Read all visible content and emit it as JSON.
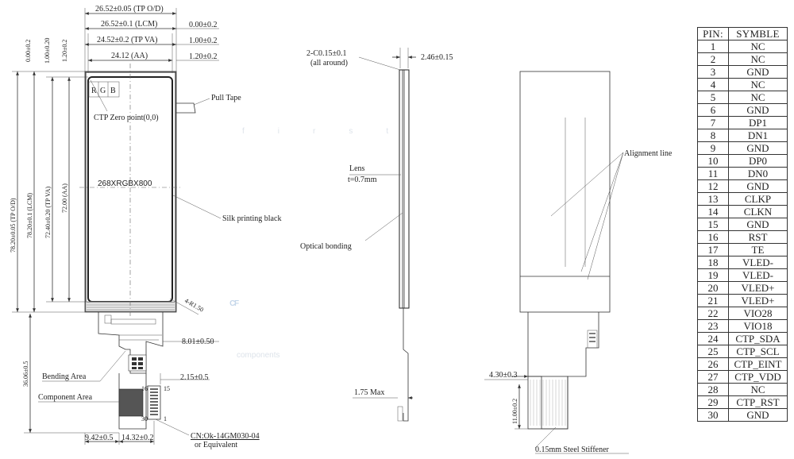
{
  "watermark": {
    "word_top": "first",
    "word_mid": "FC",
    "word_bottom": "components"
  },
  "front_view": {
    "dim_tp_od_w": "26.52±0.05 (TP O/D)",
    "dim_lcm_w": "26.52±0.1 (LCM)",
    "dim_tp_va_w": "24.52±0.2 (TP VA)",
    "dim_aa_w": "24.12 (AA)",
    "dim_right_1": "0.00±0.2",
    "dim_right_2": "1.00±0.2",
    "dim_right_3": "1.20±0.2",
    "dim_left_1": "0.00±0.2",
    "dim_left_2": "1.00±0.20",
    "dim_left_3": "1.20±0.2",
    "dim_tp_od_h": "78.20±0.05 (TP O/D)",
    "dim_lcm_h": "78.20±0.1 (LCM)",
    "dim_tp_va_h": "72.40±0.20 (TP VA)",
    "dim_aa_h": "72.00 (AA)",
    "dim_total_h": "36.06±0.5",
    "rgb_r": "R",
    "rgb_g": "G",
    "rgb_b": "B",
    "ctp_zero": "CTP Zero point(0,0)",
    "resolution": "268XRGBX800",
    "pull_tape": "Pull Tape",
    "silk_printing": "Silk printing black",
    "radius": "4-R1.50",
    "dim_fpc_1": "8.01±0.50",
    "dim_fpc_2": "2.15±0.5",
    "bending_area": "Bending Area",
    "component_area": "Component Area",
    "pin_15": "15",
    "pin_16": "16",
    "pin_30": "30",
    "pin_1": "1",
    "dim_bottom_1": "9.42±0.5",
    "dim_bottom_2": "14.32±0.2",
    "connector": "CN:Ok-14GM030-04",
    "connector_alt": "or Equivalent"
  },
  "side_view": {
    "chamfer": "2-C0.15±0.1",
    "chamfer_note": "(all around)",
    "dim_thickness": "2.46±0.15",
    "lens": "Lens",
    "lens_t": "t=0.7mm",
    "optical_bonding": "Optical bonding",
    "dim_max": "1.75 Max"
  },
  "back_view": {
    "alignment_line": "Alignment line",
    "dim_w": "4.30±0.3",
    "dim_h": "11.00±0.2",
    "stiffener": "0.15mm Steel Stiffener"
  },
  "pin_table": {
    "header_pin": "PIN:",
    "header_symbol": "SYMBLE",
    "rows": [
      {
        "pin": "1",
        "symbol": "NC"
      },
      {
        "pin": "2",
        "symbol": "NC"
      },
      {
        "pin": "3",
        "symbol": "GND"
      },
      {
        "pin": "4",
        "symbol": "NC"
      },
      {
        "pin": "5",
        "symbol": "NC"
      },
      {
        "pin": "6",
        "symbol": "GND"
      },
      {
        "pin": "7",
        "symbol": "DP1"
      },
      {
        "pin": "8",
        "symbol": "DN1"
      },
      {
        "pin": "9",
        "symbol": "GND"
      },
      {
        "pin": "10",
        "symbol": "DP0"
      },
      {
        "pin": "11",
        "symbol": "DN0"
      },
      {
        "pin": "12",
        "symbol": "GND"
      },
      {
        "pin": "13",
        "symbol": "CLKP"
      },
      {
        "pin": "14",
        "symbol": "CLKN"
      },
      {
        "pin": "15",
        "symbol": "GND"
      },
      {
        "pin": "16",
        "symbol": "RST"
      },
      {
        "pin": "17",
        "symbol": "TE"
      },
      {
        "pin": "18",
        "symbol": "VLED-"
      },
      {
        "pin": "19",
        "symbol": "VLED-"
      },
      {
        "pin": "20",
        "symbol": "VLED+"
      },
      {
        "pin": "21",
        "symbol": "VLED+"
      },
      {
        "pin": "22",
        "symbol": "VIO28"
      },
      {
        "pin": "23",
        "symbol": "VIO18"
      },
      {
        "pin": "24",
        "symbol": "CTP_SDA"
      },
      {
        "pin": "25",
        "symbol": "CTP_SCL"
      },
      {
        "pin": "26",
        "symbol": "CTP_EINT"
      },
      {
        "pin": "27",
        "symbol": "CTP_VDD"
      },
      {
        "pin": "28",
        "symbol": "NC"
      },
      {
        "pin": "29",
        "symbol": "CTP_RST"
      },
      {
        "pin": "30",
        "symbol": "GND"
      }
    ]
  }
}
